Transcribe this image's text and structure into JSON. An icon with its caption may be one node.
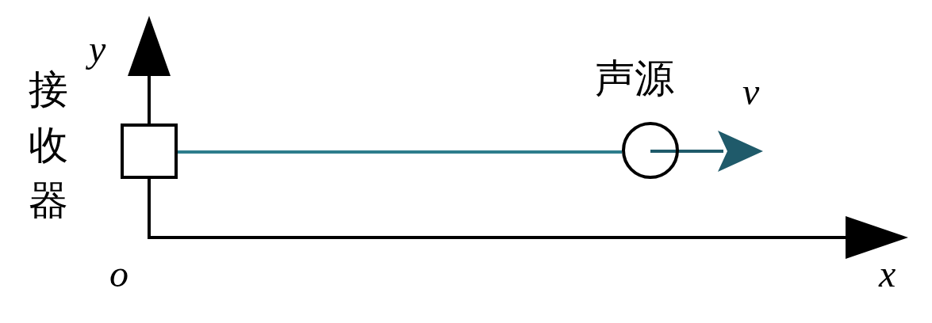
{
  "diagram": {
    "nodes": [
      {
        "text": [
          "接收器"
        ]
      },
      {
        "text": [
          "声源"
        ]
      }
    ],
    "edges": [
      {
        "from": 0,
        "to": 1,
        "arrow": "none"
      }
    ],
    "labels": [
      "y",
      "v",
      "o",
      "x"
    ]
  }
}
